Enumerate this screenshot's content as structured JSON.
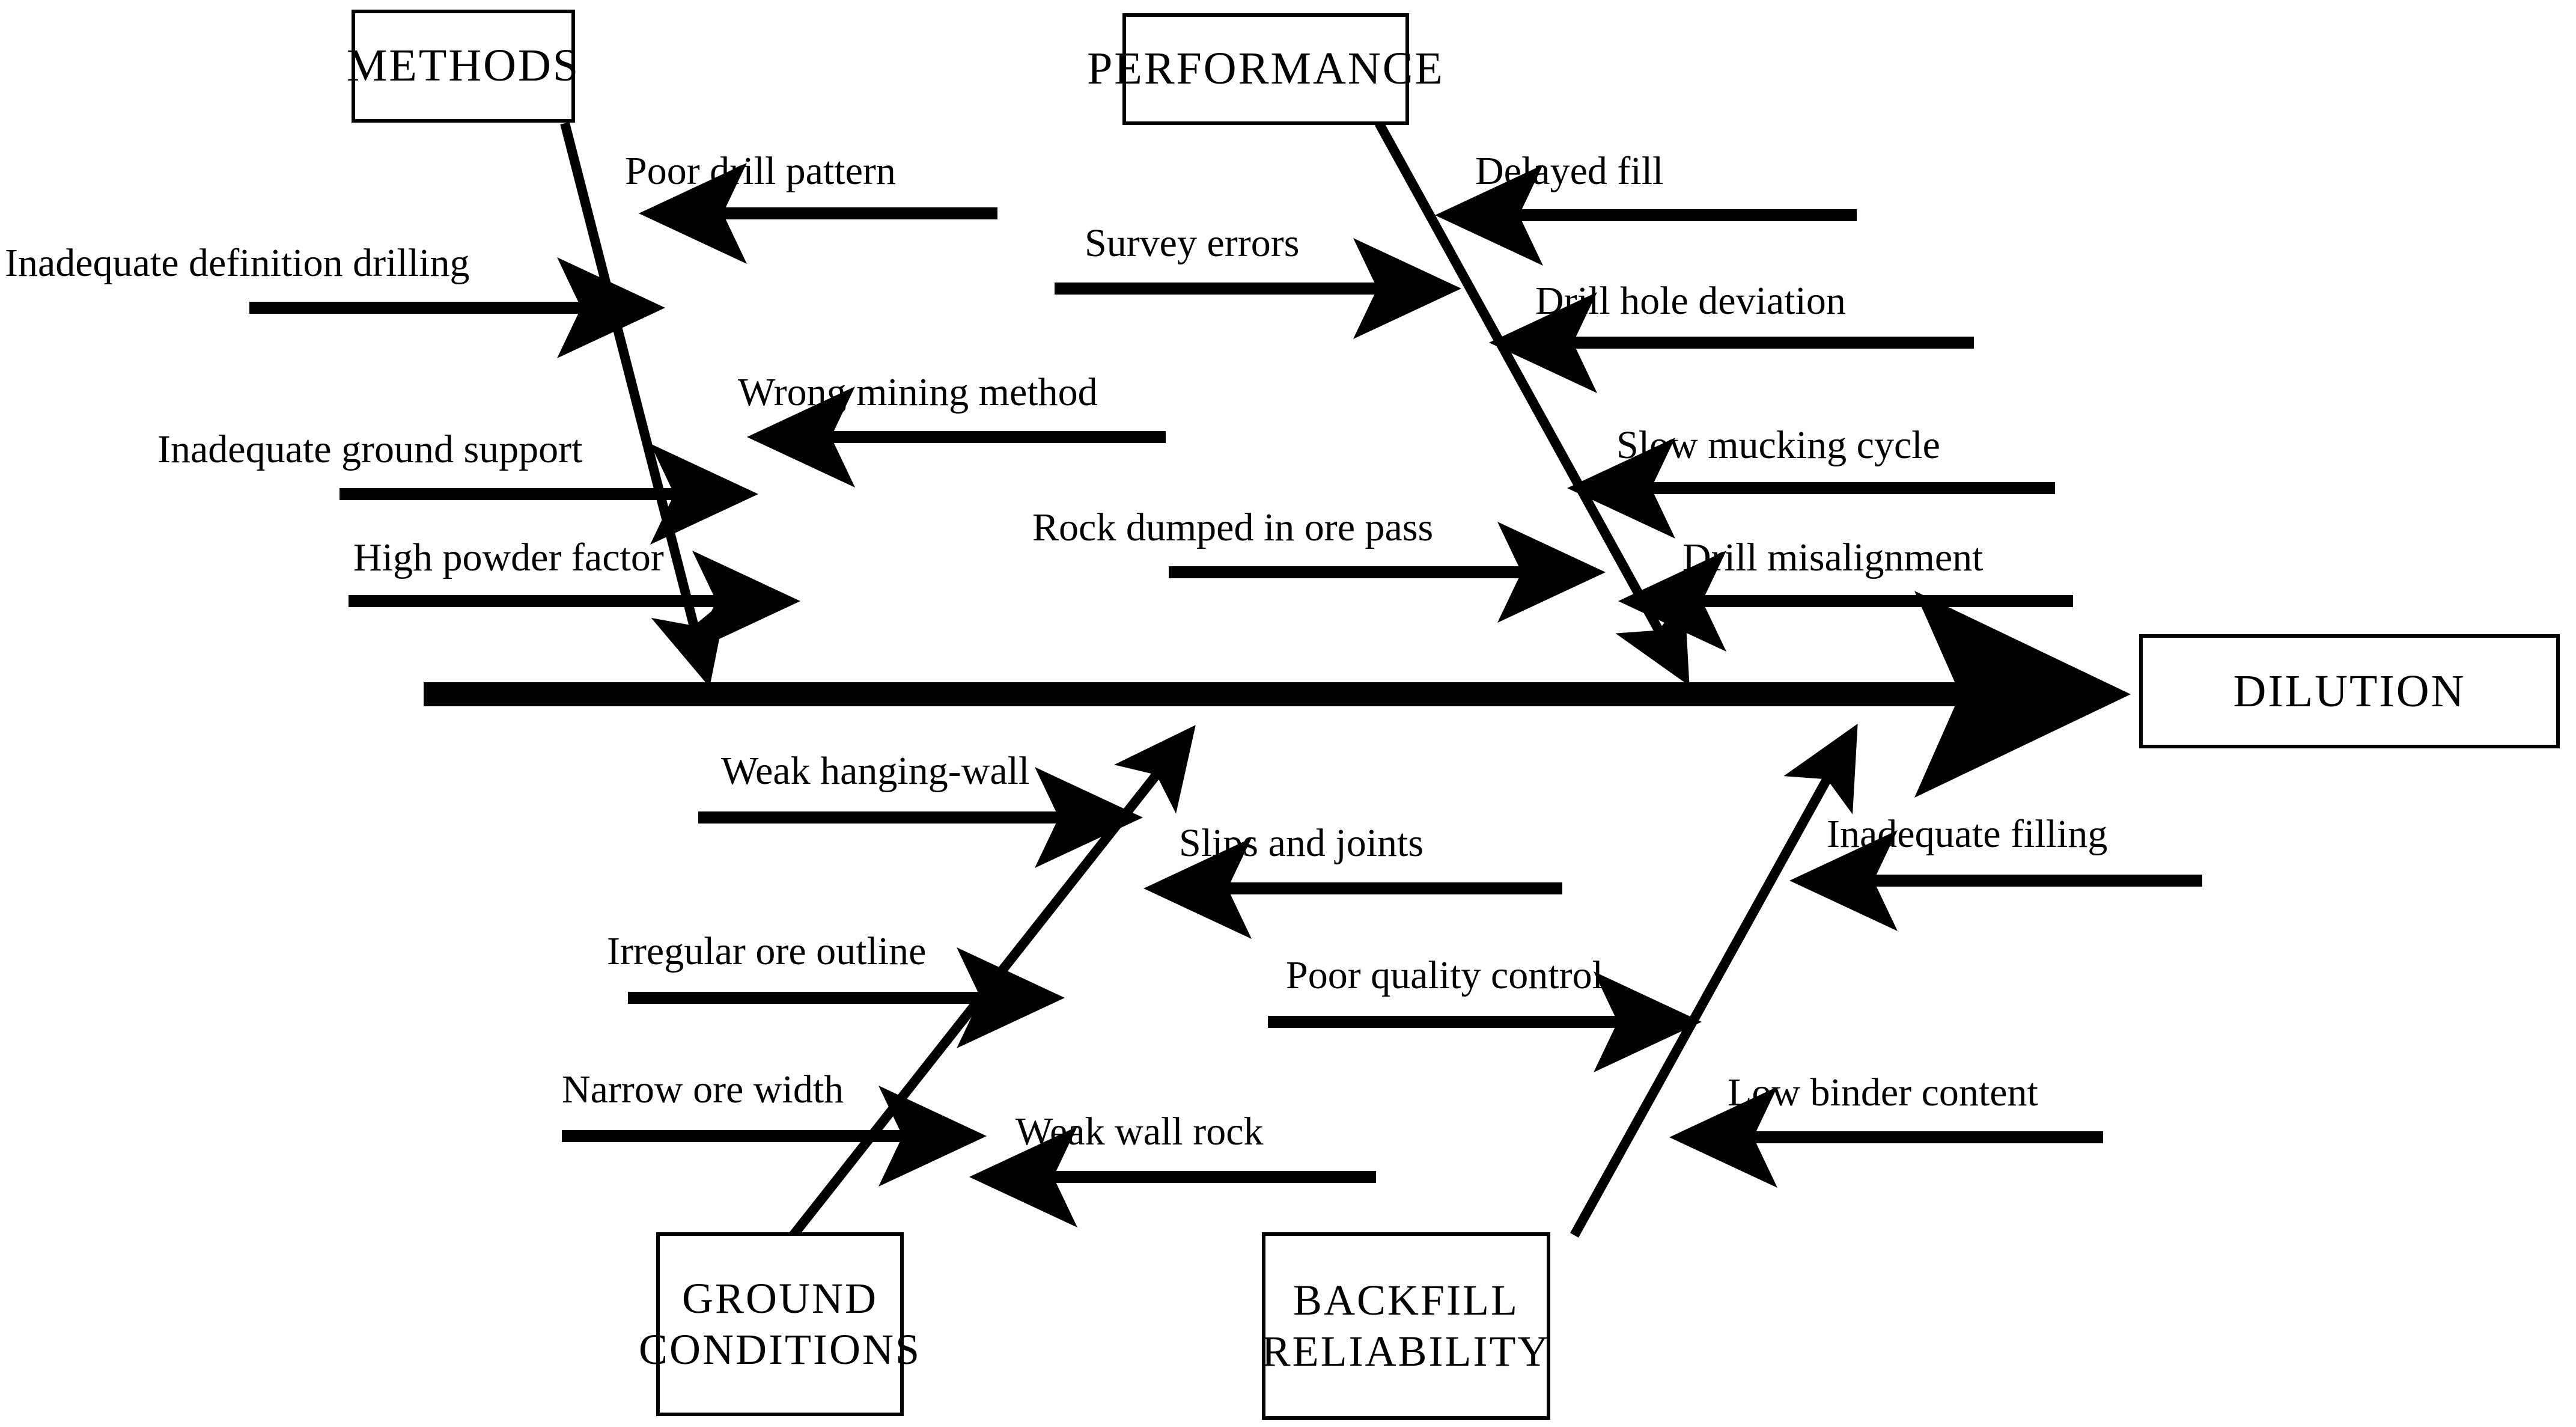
{
  "diagram": {
    "type": "fishbone-ishikawa",
    "effect": {
      "label": "DILUTION"
    },
    "categories": [
      {
        "id": "methods",
        "label": "METHODS",
        "lines": [
          "METHODS"
        ],
        "position": "top-left",
        "causes": [
          {
            "label": "Poor drill pattern",
            "side": "right",
            "direction": "left"
          },
          {
            "label": "Inadequate definition drilling",
            "side": "left",
            "direction": "right"
          },
          {
            "label": "Wrong mining method",
            "side": "right",
            "direction": "left"
          },
          {
            "label": "Inadequate ground support",
            "side": "left",
            "direction": "right"
          },
          {
            "label": "High powder factor",
            "side": "left",
            "direction": "right"
          }
        ]
      },
      {
        "id": "performance",
        "label": "PERFORMANCE",
        "lines": [
          "PERFORMANCE"
        ],
        "position": "top-right",
        "causes": [
          {
            "label": "Delayed fill",
            "side": "right",
            "direction": "left"
          },
          {
            "label": "Survey errors",
            "side": "left",
            "direction": "right"
          },
          {
            "label": "Drill hole deviation",
            "side": "right",
            "direction": "left"
          },
          {
            "label": "Slow mucking cycle",
            "side": "right",
            "direction": "left"
          },
          {
            "label": "Rock dumped in ore pass",
            "side": "left",
            "direction": "right"
          },
          {
            "label": "Drill misalignment",
            "side": "right",
            "direction": "left"
          }
        ]
      },
      {
        "id": "ground-conditions",
        "label": "GROUND CONDITIONS",
        "lines": [
          "GROUND",
          "CONDITIONS"
        ],
        "position": "bottom-left",
        "causes": [
          {
            "label": "Weak hanging-wall",
            "side": "left",
            "direction": "right"
          },
          {
            "label": "Slips and joints",
            "side": "right",
            "direction": "left"
          },
          {
            "label": "Irregular ore outline",
            "side": "left",
            "direction": "right"
          },
          {
            "label": "Narrow ore width",
            "side": "left",
            "direction": "right"
          },
          {
            "label": "Weak wall rock",
            "side": "right",
            "direction": "left"
          }
        ]
      },
      {
        "id": "backfill-reliability",
        "label": "BACKFILL RELIABILITY",
        "lines": [
          "BACKFILL",
          "RELIABILITY"
        ],
        "position": "bottom-right",
        "causes": [
          {
            "label": "Inadequate filling",
            "side": "right",
            "direction": "left"
          },
          {
            "label": "Poor quality control",
            "side": "left",
            "direction": "right"
          },
          {
            "label": "Low binder content",
            "side": "right",
            "direction": "left"
          }
        ]
      }
    ],
    "colors": {
      "line": "#000000",
      "background": "#ffffff",
      "text": "#000000"
    }
  }
}
